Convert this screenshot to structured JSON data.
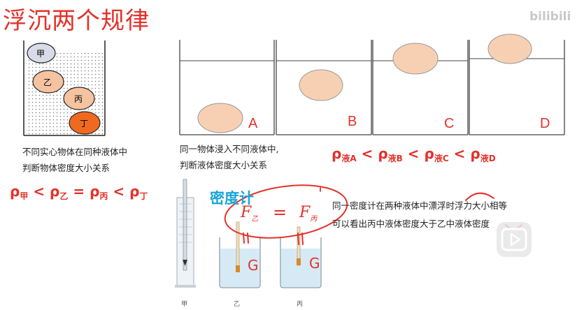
{
  "title": "浮沉两个规律",
  "watermark": "bilibili",
  "left_panel": {
    "balls": [
      "甲",
      "乙",
      "丙",
      "丁"
    ],
    "caption_line1": "不同实心物体在同种液体中",
    "caption_line2": "判断物体密度大小关系",
    "relation": {
      "rho": "ρ",
      "a": "甲",
      "op1": "<",
      "b": "乙",
      "op2": "=",
      "c": "丙",
      "op3": "<",
      "d": "丁"
    }
  },
  "right_panel": {
    "labels": [
      "A",
      "B",
      "C",
      "D"
    ],
    "caption_line1": "同一物体浸入不同液体中,",
    "caption_line2": "判断液体密度大小关系",
    "relation": {
      "rho": "ρ",
      "a": "液A",
      "b": "液B",
      "c": "液C",
      "d": "液D",
      "op": "<"
    }
  },
  "hydrometer": {
    "title": "密度计",
    "labels": [
      "甲",
      "乙",
      "丙"
    ],
    "desc_line1": "同一密度计在两种液体中漂浮时浮力大小相等",
    "desc_line2": "可以看出丙中液体密度大于乙中液体密度"
  },
  "handwriting": {
    "f_left": "F",
    "sub_left": "乙",
    "equals": "=",
    "f_right": "F",
    "sub_right": "丙",
    "prime": "'",
    "g": "G"
  },
  "colors": {
    "title_red": "#e3322a",
    "ball_fill": "#f5c3a0",
    "ball_dark": "#ef6a20",
    "blue_label": "#1aa5d8"
  }
}
